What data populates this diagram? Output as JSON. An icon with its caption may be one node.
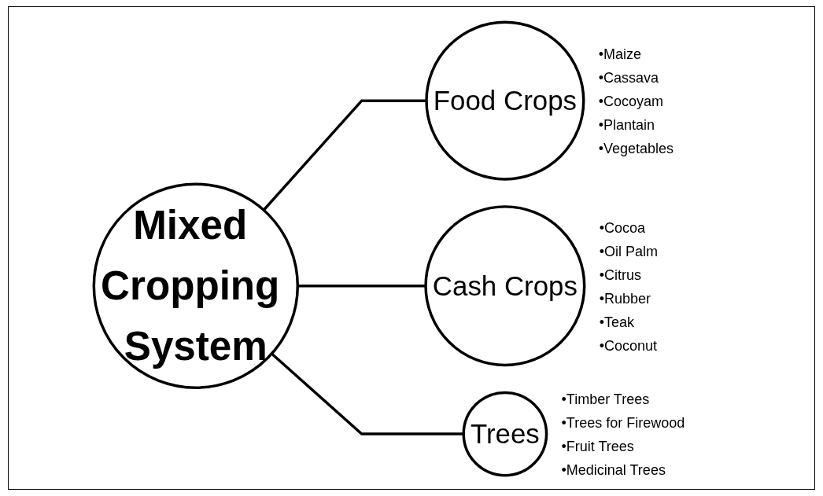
{
  "diagram": {
    "nodes": [
      {
        "text": [
          "Mixed Cropping System"
        ]
      },
      {
        "text": [
          "Food Crops"
        ],
        "beside": [
          "•Maize",
          "•Cassava",
          "•Cocoyam",
          "•Plantain",
          "•Vegetables"
        ]
      },
      {
        "text": [
          "Cash Crops"
        ],
        "beside": [
          "•Cocoa",
          "•Oil Palm",
          "•Citrus",
          "•Rubber",
          "•Teak",
          "•Coconut"
        ]
      },
      {
        "text": [
          "Trees"
        ],
        "beside": [
          "•Timber Trees",
          "•Trees for Firewood",
          "•Fruit Trees",
          "•Medicinal Trees"
        ]
      }
    ],
    "edges": [
      {
        "from": 0,
        "to": 1,
        "arrow": "none"
      },
      {
        "from": 0,
        "to": 2,
        "arrow": "none"
      },
      {
        "from": 0,
        "to": 3,
        "arrow": "none"
      }
    ]
  }
}
